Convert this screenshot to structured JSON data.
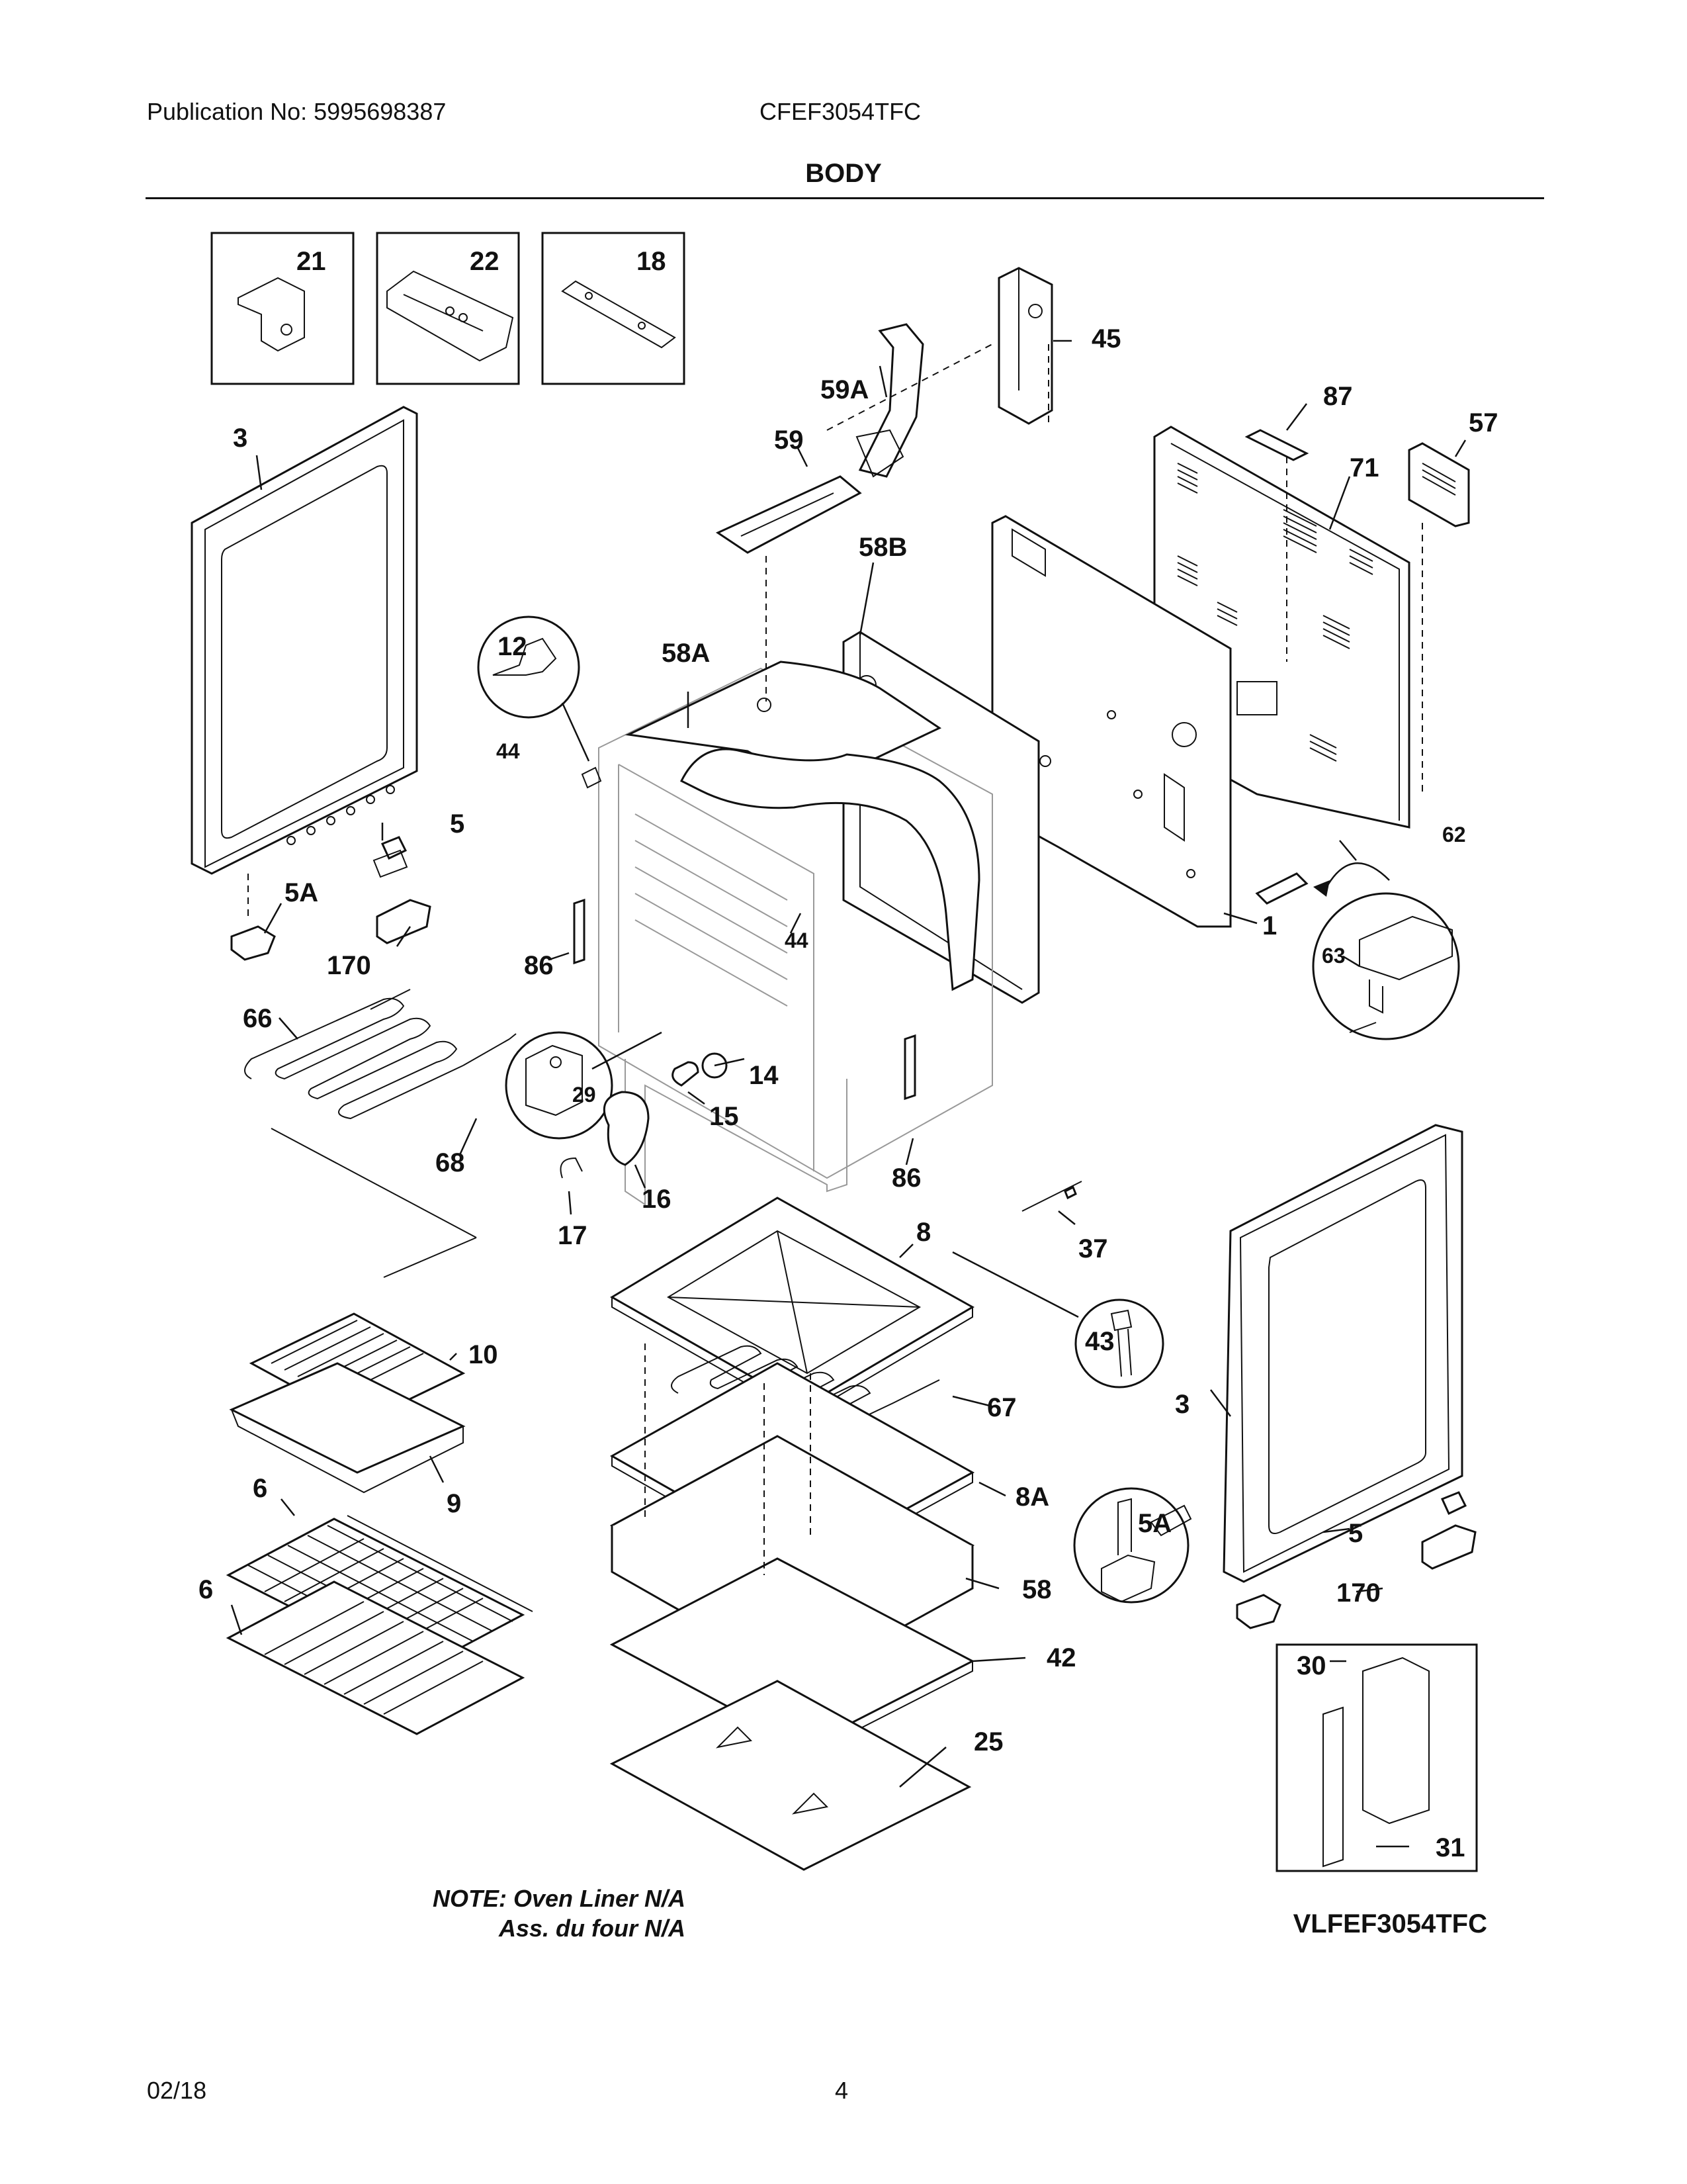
{
  "header": {
    "publication": "Publication No: 5995698387",
    "model": "CFEF3054TFC",
    "section_title": "BODY"
  },
  "callouts": [
    "21",
    "22",
    "18",
    "45",
    "59A",
    "59",
    "87",
    "57",
    "71",
    "3",
    "58B",
    "12",
    "58A",
    "44",
    "5",
    "5A",
    "170",
    "86",
    "44",
    "1",
    "62",
    "63",
    "66",
    "29",
    "14",
    "15",
    "16",
    "17",
    "68",
    "86",
    "8",
    "37",
    "43",
    "3",
    "10",
    "9",
    "67",
    "6",
    "8A",
    "6",
    "58",
    "5A",
    "5",
    "170",
    "42",
    "25",
    "30",
    "31"
  ],
  "notes": {
    "line1": "NOTE: Oven Liner N/A",
    "line2": "Ass. du four N/A"
  },
  "diagram_code": "VLFEF3054TFC",
  "footer": {
    "date": "02/18",
    "page": "4"
  }
}
